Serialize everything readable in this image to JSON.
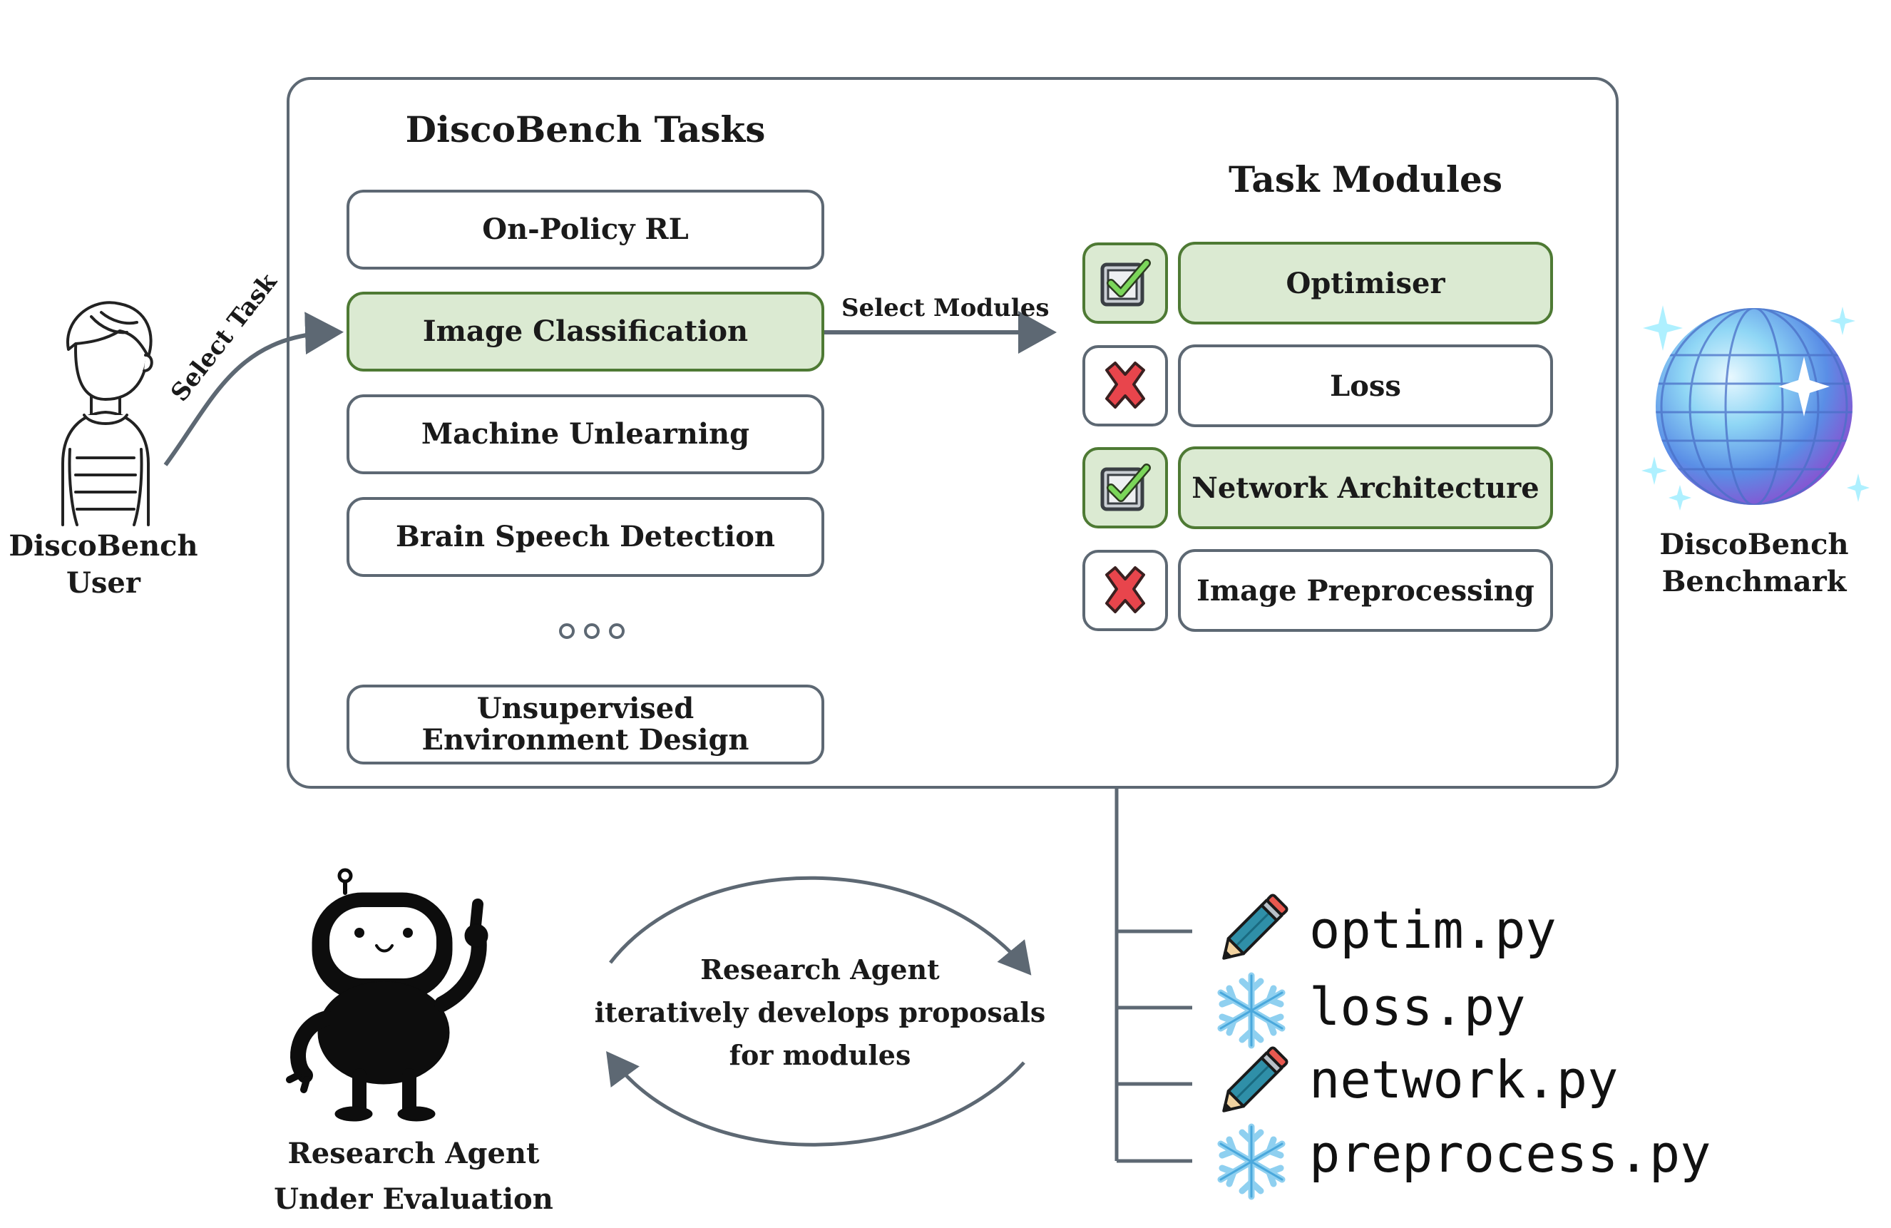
{
  "tasks_panel": {
    "title": "DiscoBench Tasks",
    "tasks": [
      {
        "label": "On-Policy RL",
        "selected": false
      },
      {
        "label": "Image Classification",
        "selected": true
      },
      {
        "label": "Machine Unlearning",
        "selected": false
      },
      {
        "label": "Brain Speech Detection",
        "selected": false
      },
      {
        "label": "Unsupervised Environment Design",
        "selected": false
      }
    ]
  },
  "modules_panel": {
    "title": "Task Modules",
    "modules": [
      {
        "label": "Optimiser",
        "selected": true,
        "icon": "checkbox-check-icon"
      },
      {
        "label": "Loss",
        "selected": false,
        "icon": "red-cross-icon"
      },
      {
        "label": "Network Architecture",
        "selected": true,
        "icon": "checkbox-check-icon"
      },
      {
        "label": "Image Preprocessing",
        "selected": false,
        "icon": "red-cross-icon"
      }
    ]
  },
  "arrows": {
    "select_task": "Select Task",
    "select_modules": "Select Modules"
  },
  "user": {
    "label_line1": "DiscoBench",
    "label_line2": "User",
    "icon": "person-icon"
  },
  "benchmark": {
    "label_line1": "DiscoBench",
    "label_line2": "Benchmark",
    "icon": "disco-ball-icon"
  },
  "agent": {
    "label_line1": "Research Agent",
    "label_line2": "Under Evaluation",
    "icon": "robot-icon"
  },
  "cycle": {
    "line1": "Research Agent",
    "line2": "iteratively develops proposals",
    "line3": "for modules"
  },
  "files": [
    {
      "name": "optim.py",
      "icon": "pencil-icon"
    },
    {
      "name": "loss.py",
      "icon": "snowflake-icon"
    },
    {
      "name": "network.py",
      "icon": "pencil-icon"
    },
    {
      "name": "preprocess.py",
      "icon": "snowflake-icon"
    }
  ],
  "colors": {
    "frame": "#5d6873",
    "selected_fill": "#dbead2",
    "selected_border": "#4e7a34",
    "check_green": "#7bd65a",
    "cross_red": "#e8454c"
  }
}
